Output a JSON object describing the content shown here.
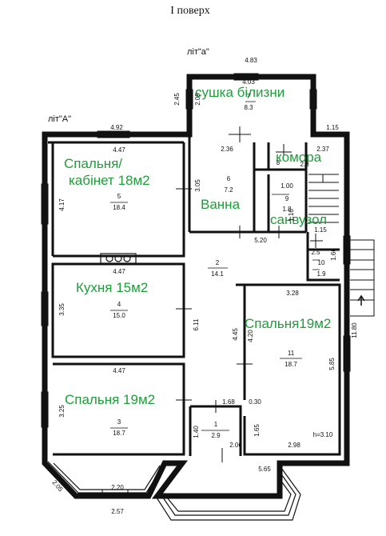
{
  "title": "I поверх",
  "letters": {
    "lit_a_small": "літ\"а\"",
    "lit_a_big": "літ\"А\""
  },
  "room_labels": {
    "drying": "сушка білизни",
    "pantry": "комора",
    "bath": "Ванна",
    "wc": "санвузол",
    "bedroom_study_1": "Спальня/",
    "bedroom_study_2": "кабінет 18м2",
    "kitchen": "Кухня 15м2",
    "bedroom_left": "Спальня 19м2",
    "bedroom_right": "Спальня19м2"
  },
  "rooms": [
    {
      "no": "7",
      "area": "8.3"
    },
    {
      "no": "6",
      "area": "7.2"
    },
    {
      "no": "8",
      "area": "2.6"
    },
    {
      "no": "9",
      "area": "1.8"
    },
    {
      "no": "5",
      "area": "18.4"
    },
    {
      "no": "2",
      "area": "14.1"
    },
    {
      "no": "4",
      "area": "15.0"
    },
    {
      "no": "11",
      "area": "18.7"
    },
    {
      "no": "3",
      "area": "18.7"
    },
    {
      "no": "1",
      "area": "2.9"
    },
    {
      "no": "I",
      "area": "2.5"
    },
    {
      "no": "10",
      "area": "1.9"
    }
  ],
  "dims": {
    "d483": "4.83",
    "d403": "4.03",
    "d245": "2.45",
    "d209": "2.09",
    "d492": "4.92",
    "d115a": "1.15",
    "d447a": "4.47",
    "d236": "2.36",
    "d237": "2.37",
    "d305": "3.05",
    "d100": "1.00",
    "d417": "4.17",
    "d520": "5.20",
    "d115b": "1.15",
    "d166": "1.66",
    "d447b": "4.47",
    "d328": "3.28",
    "d335": "3.35",
    "d611": "6.11",
    "d445": "4.45",
    "d420": "4.20",
    "d585": "5.85",
    "d1180": "11.80",
    "d447c": "4.47",
    "d325": "3.25",
    "d168": "1.68",
    "d030": "0.30",
    "d140": "1.40",
    "d165": "1.65",
    "d206": "2.06",
    "d298": "2.98",
    "d565": "5.65",
    "d205": "2.05",
    "d220": "2.20",
    "d257": "2.57",
    "d116": "1.16",
    "h": "h=3.10"
  }
}
